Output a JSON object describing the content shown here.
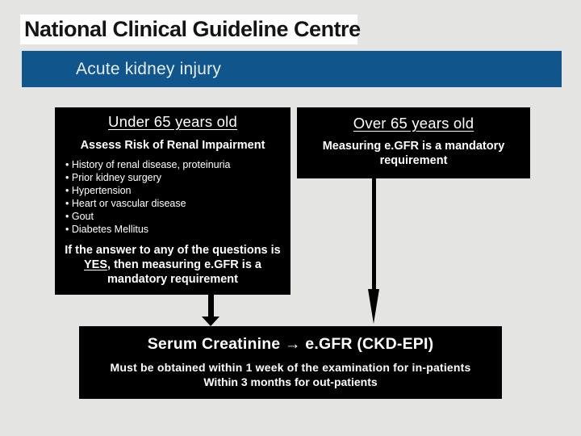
{
  "colors": {
    "page_bg": "#e4e5e2",
    "band_bg": "#ffffff",
    "accent_blue": "#10558b",
    "box_bg": "#000000",
    "box_text": "#ffffff",
    "org_text": "#141414",
    "bar_text": "#e4edf6"
  },
  "header": {
    "org_title": "National Clinical Guideline Centre",
    "slide_title": "Acute kidney injury"
  },
  "flowchart": {
    "under65": {
      "title": "Under 65 years old",
      "heading": "Assess Risk of Renal Impairment",
      "risk_factors": [
        "History of renal disease, proteinuria",
        "Prior kidney surgery",
        "Hypertension",
        "Heart or vascular disease",
        "Gout",
        "Diabetes Mellitus"
      ],
      "note_prefix": "If the answer to any of the questions is ",
      "note_highlight": "YES",
      "note_suffix": ", then measuring e.GFR is a mandatory requirement"
    },
    "over65": {
      "title": "Over 65 years old",
      "body": "Measuring e.GFR is a mandatory requirement"
    },
    "result": {
      "title": "Serum Creatinine → e.GFR (CKD-EPI)",
      "line1": "Must be obtained within 1 week of the examination for in-patients",
      "line2": "Within 3 months for out-patients"
    },
    "icons": {
      "left_arrow": "down-arrow-icon",
      "right_arrow": "down-arrow-icon"
    }
  }
}
